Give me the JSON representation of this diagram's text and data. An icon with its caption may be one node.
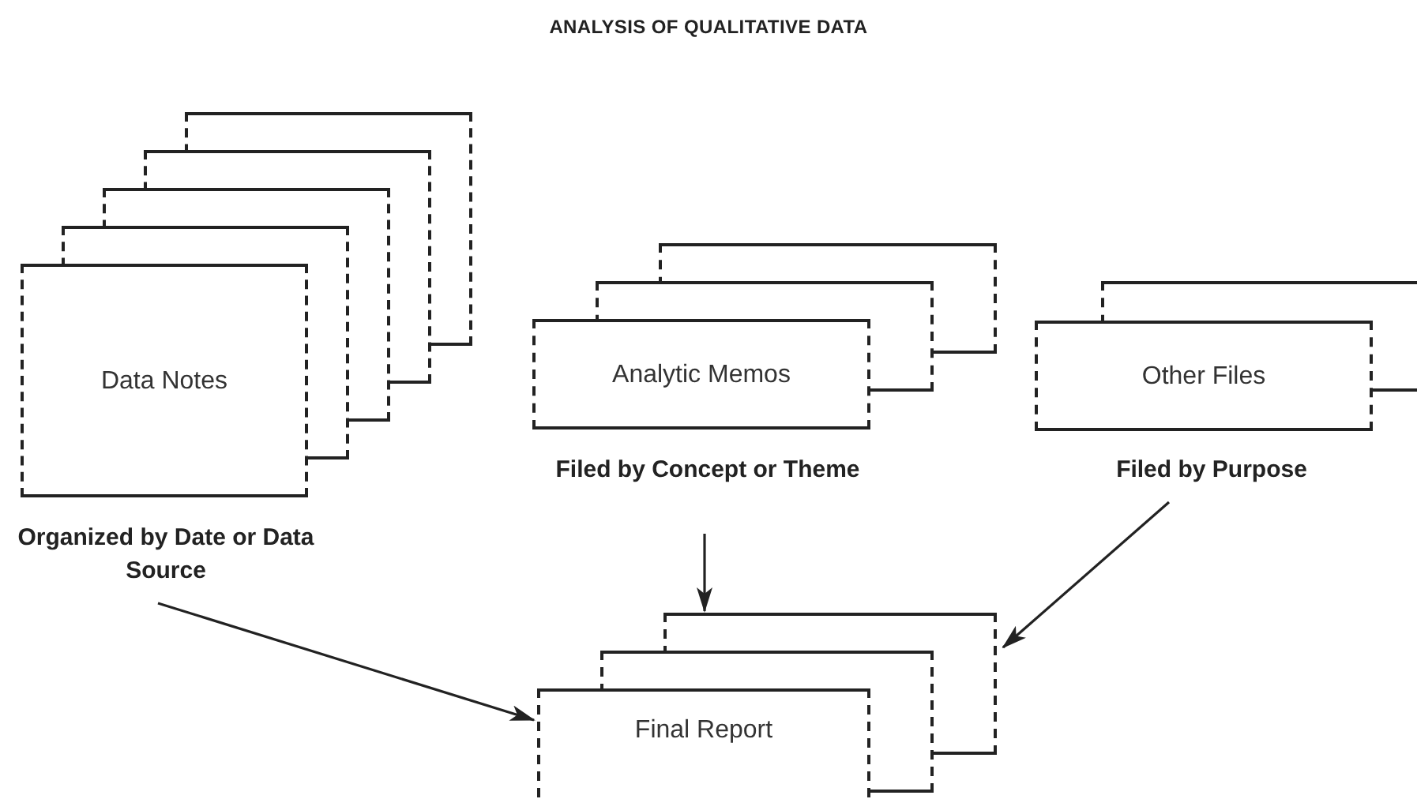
{
  "diagram": {
    "title": "ANALYSIS OF QUALITATIVE DATA",
    "nodes": [
      {
        "text": [
          "Data Notes"
        ],
        "beside": [
          "Organized by Date or Data Source"
        ]
      },
      {
        "text": [
          "Analytic Memos"
        ],
        "beside": [
          "Filed by Concept or Theme"
        ]
      },
      {
        "text": [
          "Other Files"
        ],
        "beside": [
          "Filed by Purpose"
        ]
      },
      {
        "text": [
          "Final Report"
        ]
      }
    ],
    "edges": [
      {
        "from": 0,
        "to": 3,
        "arrow": "to"
      },
      {
        "from": 1,
        "to": 3,
        "arrow": "to"
      },
      {
        "from": 2,
        "to": 3,
        "arrow": "to"
      }
    ]
  }
}
